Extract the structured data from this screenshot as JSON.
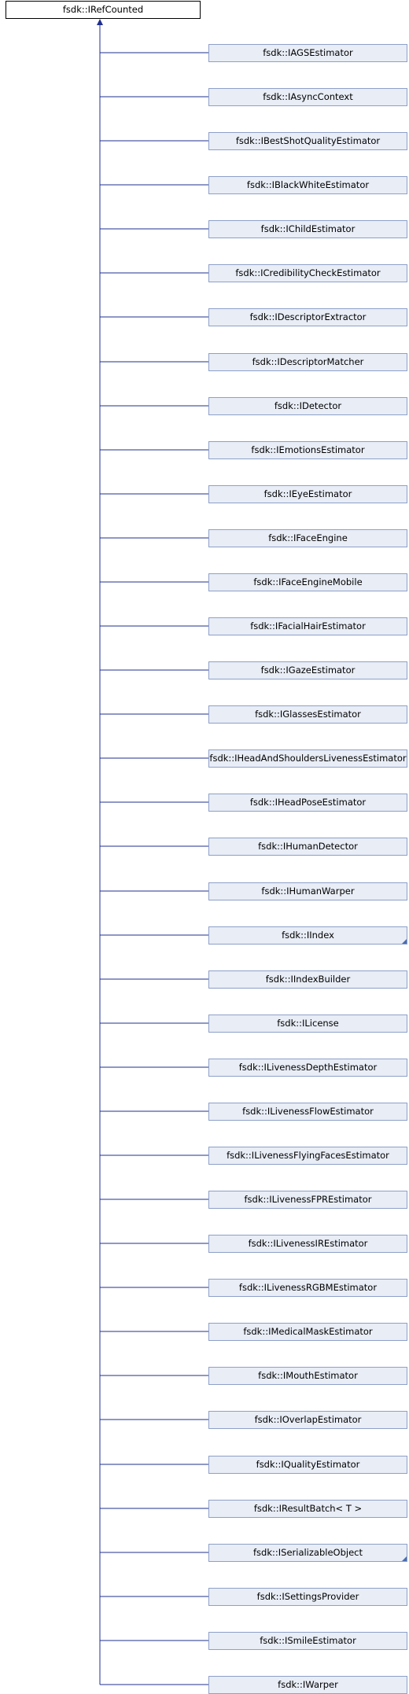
{
  "root": {
    "label": "fsdk::IRefCounted"
  },
  "children": [
    {
      "label": "fsdk::IAGSEstimator"
    },
    {
      "label": "fsdk::IAsyncContext"
    },
    {
      "label": "fsdk::IBestShotQualityEstimator"
    },
    {
      "label": "fsdk::IBlackWhiteEstimator"
    },
    {
      "label": "fsdk::IChildEstimator"
    },
    {
      "label": "fsdk::ICredibilityCheckEstimator"
    },
    {
      "label": "fsdk::IDescriptorExtractor"
    },
    {
      "label": "fsdk::IDescriptorMatcher"
    },
    {
      "label": "fsdk::IDetector"
    },
    {
      "label": "fsdk::IEmotionsEstimator"
    },
    {
      "label": "fsdk::IEyeEstimator"
    },
    {
      "label": "fsdk::IFaceEngine"
    },
    {
      "label": "fsdk::IFaceEngineMobile"
    },
    {
      "label": "fsdk::IFacialHairEstimator"
    },
    {
      "label": "fsdk::IGazeEstimator"
    },
    {
      "label": "fsdk::IGlassesEstimator"
    },
    {
      "label": "fsdk::IHeadAndShouldersLivenessEstimator"
    },
    {
      "label": "fsdk::IHeadPoseEstimator"
    },
    {
      "label": "fsdk::IHumanDetector"
    },
    {
      "label": "fsdk::IHumanWarper"
    },
    {
      "label": "fsdk::IIndex",
      "has_more": true
    },
    {
      "label": "fsdk::IIndexBuilder"
    },
    {
      "label": "fsdk::ILicense"
    },
    {
      "label": "fsdk::ILivenessDepthEstimator"
    },
    {
      "label": "fsdk::ILivenessFlowEstimator"
    },
    {
      "label": "fsdk::ILivenessFlyingFacesEstimator"
    },
    {
      "label": "fsdk::ILivenessFPREstimator"
    },
    {
      "label": "fsdk::ILivenessIREstimator"
    },
    {
      "label": "fsdk::ILivenessRGBMEstimator"
    },
    {
      "label": "fsdk::IMedicalMaskEstimator"
    },
    {
      "label": "fsdk::IMouthEstimator"
    },
    {
      "label": "fsdk::IOverlapEstimator"
    },
    {
      "label": "fsdk::IQualityEstimator"
    },
    {
      "label": "fsdk::IResultBatch< T >"
    },
    {
      "label": "fsdk::ISerializableObject",
      "has_more": true
    },
    {
      "label": "fsdk::ISettingsProvider"
    },
    {
      "label": "fsdk::ISmileEstimator"
    },
    {
      "label": "fsdk::IWarper"
    }
  ],
  "colors": {
    "edge": "#1f2f8f",
    "node_fill": "#e8edf6",
    "node_border": "#8ea0c8",
    "more_marker": "#4a6bb0"
  }
}
